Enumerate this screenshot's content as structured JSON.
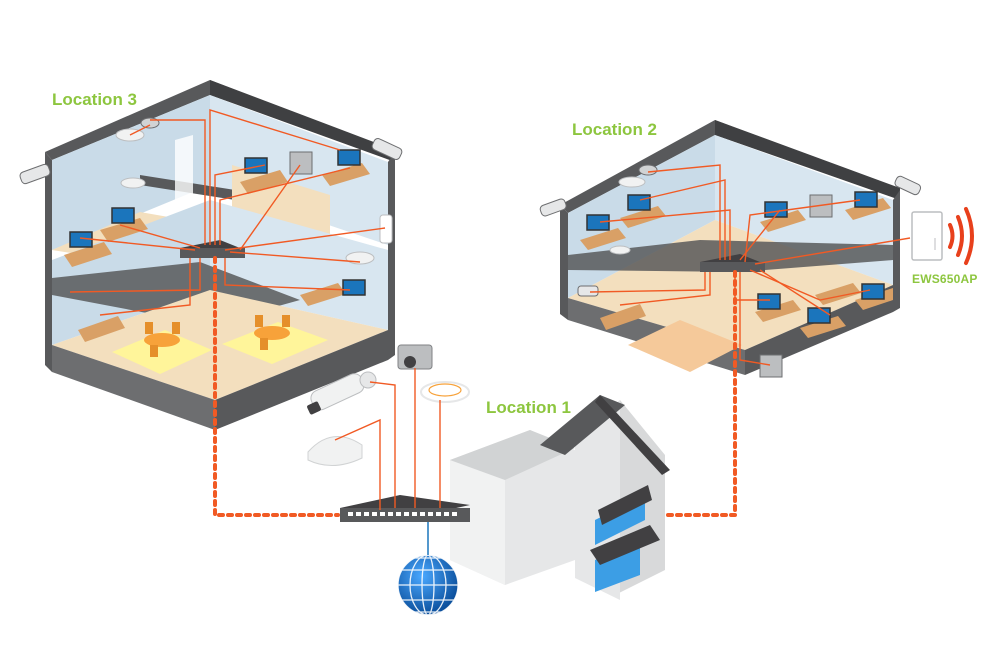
{
  "labels": {
    "location_1": "Location 1",
    "location_2": "Location 2",
    "location_3": "Location 3",
    "access_point": "EWS650AP"
  },
  "colors": {
    "label_green": "#8dc63f",
    "cable_orange": "#f15a24",
    "wall_blue": "#c9dbe8",
    "roof_gray": "#58595b",
    "floor_tan": "#f3dfbe",
    "rug_yellow": "#fff59a",
    "globe_blue": "#1b75bc",
    "signal_red": "#e8401c"
  },
  "icons": [
    "switch-icon",
    "globe-icon",
    "camera-icon",
    "access-point-icon",
    "desk-icon",
    "computer-icon",
    "printer-icon",
    "signal-waves-icon"
  ]
}
